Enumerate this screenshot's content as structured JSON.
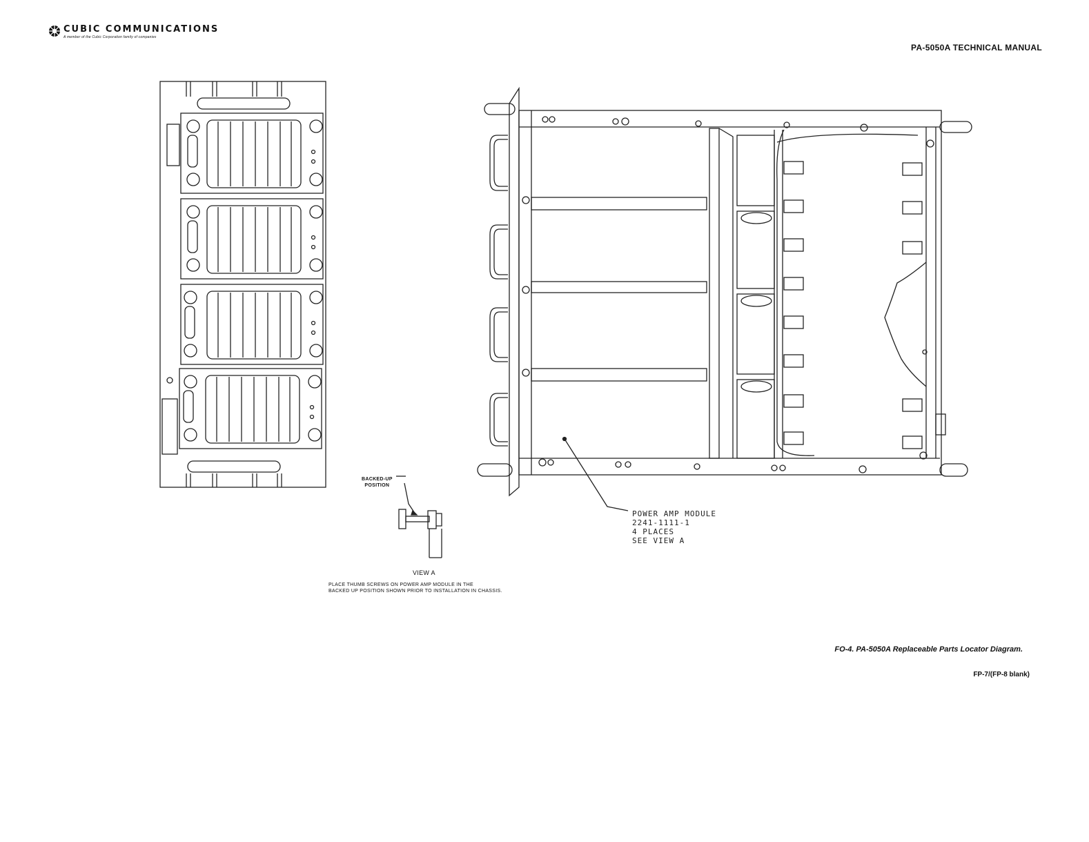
{
  "header": {
    "company": "CUBIC COMMUNICATIONS",
    "company_sub": "A member of the Cubic Corporation family of companies",
    "manual_title": "PA-5050A TECHNICAL MANUAL"
  },
  "callouts": {
    "module_line1": "POWER AMP MODULE",
    "module_line2": "2241-1111-1",
    "module_line3": "4 PLACES",
    "module_line4": "SEE VIEW A",
    "backed_up_line1": "BACKED-UP",
    "backed_up_line2": "POSITION",
    "view_a": "VIEW A",
    "instruction_line1": "PLACE THUMB SCREWS ON POWER AMP MODULE IN THE",
    "instruction_line2": "BACKED UP POSITION SHOWN PRIOR TO INSTALLATION IN CHASSIS."
  },
  "footer": {
    "caption": "FO-4. PA-5050A Replaceable Parts Locator Diagram.",
    "page": "FP-7/(FP-8 blank)"
  },
  "icons": {
    "logo": "company-logo-icon"
  }
}
